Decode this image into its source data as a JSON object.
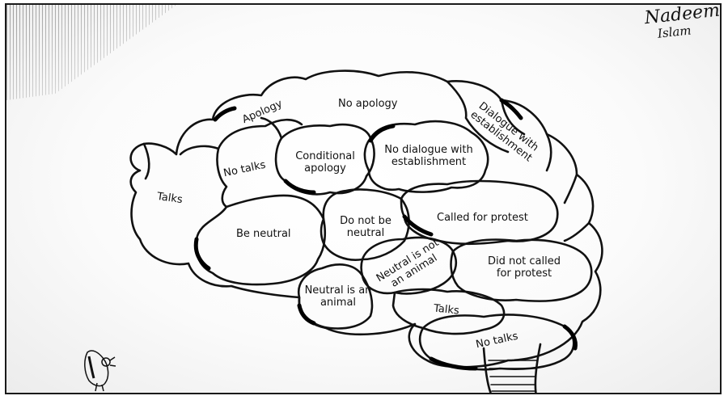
{
  "signature": {
    "line1": "Nadeem",
    "line2": "Islam"
  },
  "brain_regions": [
    {
      "id": "apology",
      "text": "Apology"
    },
    {
      "id": "no-apology",
      "text": "No apology"
    },
    {
      "id": "dialogue-with-establishment",
      "text": "Dialogue with establishment"
    },
    {
      "id": "no-talks-top",
      "text": "No talks"
    },
    {
      "id": "conditional-apology",
      "text": "Conditional apology"
    },
    {
      "id": "no-dialogue-with-establishment",
      "text": "No dialogue with establishment"
    },
    {
      "id": "talks-left",
      "text": "Talks"
    },
    {
      "id": "be-neutral",
      "text": "Be neutral"
    },
    {
      "id": "do-not-be-neutral",
      "text": "Do not be neutral"
    },
    {
      "id": "called-for-protest",
      "text": "Called for protest"
    },
    {
      "id": "neutral-is-not-an-animal",
      "text": "Neutral is not an animal"
    },
    {
      "id": "did-not-called-for-protest",
      "text": "Did not called for protest"
    },
    {
      "id": "neutral-is-an-animal",
      "text": "Neutral is an animal"
    },
    {
      "id": "talks-bottom",
      "text": "Talks"
    },
    {
      "id": "no-talks-bottom",
      "text": "No talks"
    }
  ]
}
